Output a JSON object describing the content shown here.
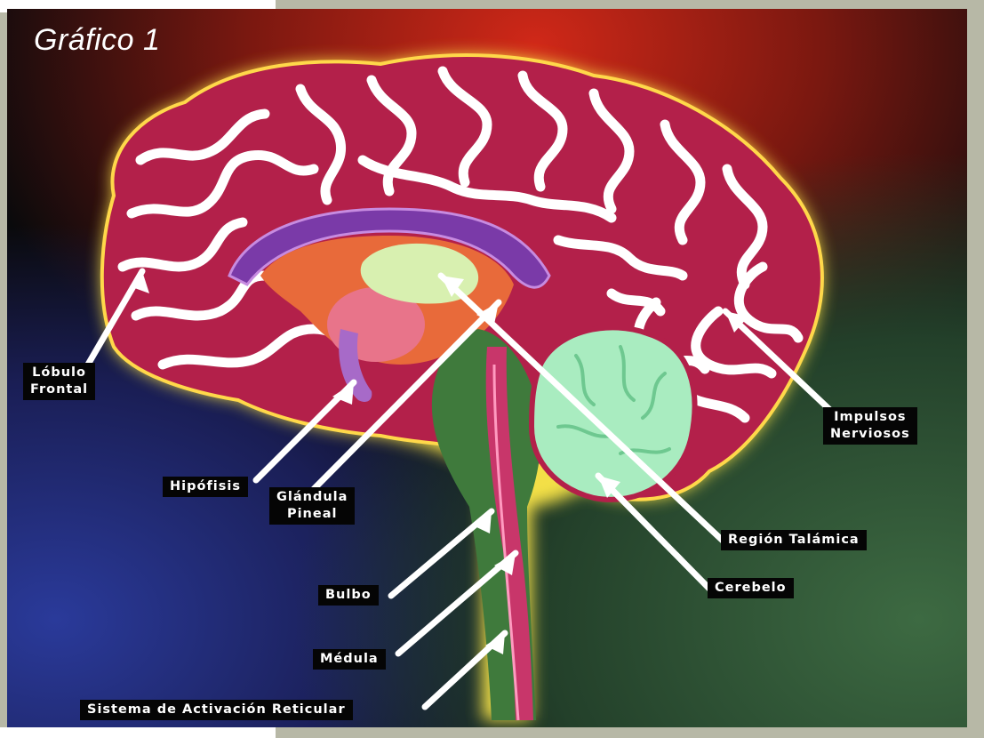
{
  "diagram": {
    "title": "Gráfico 1",
    "labels": {
      "lobulo_frontal": [
        "Lóbulo",
        "Frontal"
      ],
      "hipofisis": "Hipófisis",
      "glandula_pineal": [
        "Glándula",
        "Pineal"
      ],
      "impulsos_nerviosos": [
        "Impulsos",
        "Nerviosos"
      ],
      "region_talamica": "Región Talámica",
      "cerebelo": "Cerebelo",
      "bulbo": "Bulbo",
      "medula": "Médula",
      "sistema_activacion": "Sistema de Activación Reticular"
    },
    "colors": {
      "cortex": "#b3204a",
      "sulci": "#ffffff",
      "glow": "#ffe94a",
      "corpus_callosum": "#7a3aa8",
      "thalamus": "#d8f0b0",
      "cerebellum": "#a9ecc0",
      "brainstem": "#3f7a3c",
      "label_bg": "#050505",
      "frame": "#b7b8a6"
    }
  }
}
